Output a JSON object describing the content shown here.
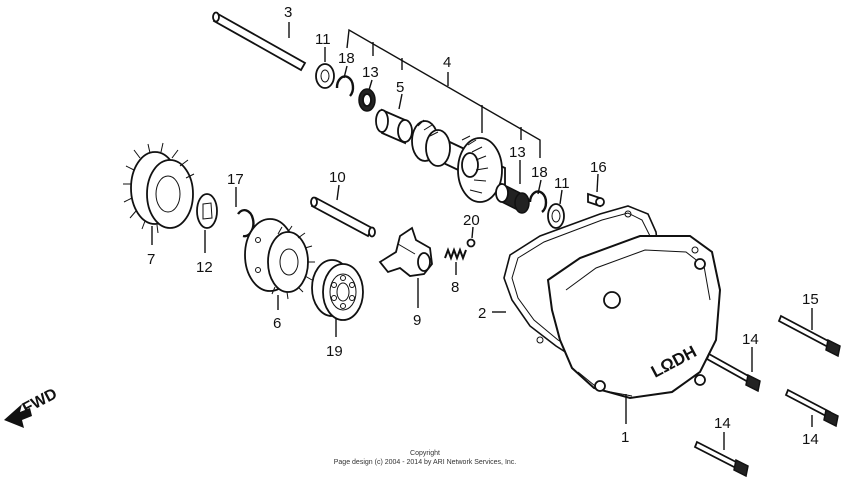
{
  "callouts": [
    "1",
    "2",
    "3",
    "4",
    "5",
    "6",
    "7",
    "8",
    "9",
    "10",
    "11",
    "11",
    "12",
    "13",
    "13",
    "14",
    "14",
    "14",
    "15",
    "16",
    "17",
    "18",
    "18",
    "19",
    "20"
  ],
  "direction_label": "FWD",
  "cover_mark": "LΩDH",
  "copyright_line1": "Copyright",
  "copyright_line2": "Page design (c) 2004 - 2014 by ARI Network Services, Inc."
}
